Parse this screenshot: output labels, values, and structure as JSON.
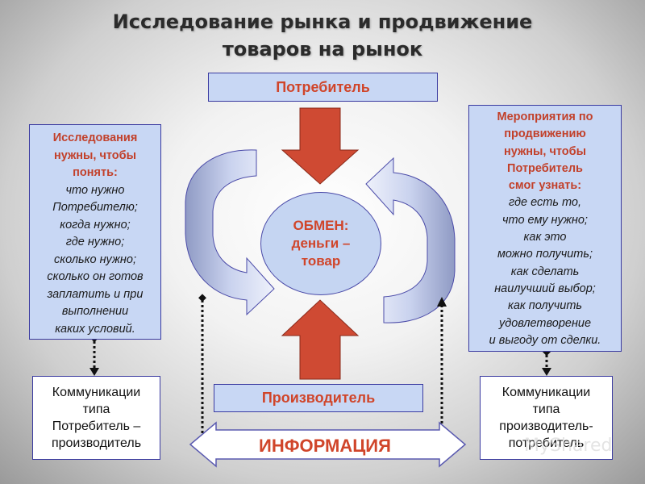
{
  "title": {
    "line1": "Исследование рынка и продвижение",
    "line2": "товаров на рынок"
  },
  "consumer_label": "Потребитель",
  "producer_label": "Производитель",
  "center": {
    "line1": "ОБМЕН:",
    "line2": "деньги –",
    "line3": "товар"
  },
  "left_box": {
    "head": [
      "Исследования",
      "нужны, чтобы",
      "понять:"
    ],
    "items": [
      "что нужно",
      "Потребителю;",
      "когда нужно;",
      "где нужно;",
      "сколько нужно;",
      "сколько он готов",
      "заплатить и при",
      "выполнении",
      "каких условий."
    ]
  },
  "right_box": {
    "head": [
      "Мероприятия по",
      "продвижению",
      "нужны, чтобы",
      "Потребитель",
      "смог узнать:"
    ],
    "items": [
      "где есть то,",
      "что ему нужно;",
      "как это",
      "можно получить;",
      "как сделать",
      "наилучший выбор;",
      "как получить",
      "удовлетворение",
      "и выгоду от сделки."
    ]
  },
  "left_comm": [
    "Коммуникации",
    "типа",
    "Потребитель –",
    "производитель"
  ],
  "right_comm": [
    "Коммуникации",
    "типа",
    "производитель-",
    "потребитель"
  ],
  "information_label": "ИНФОРМАЦИЯ",
  "watermark": "MyShared",
  "colors": {
    "accent_text": "#d0452a",
    "box_fill": "#c8d7f4",
    "arrow_red": "#cf4a33",
    "cycle_arrow": "#b8c4e4"
  }
}
